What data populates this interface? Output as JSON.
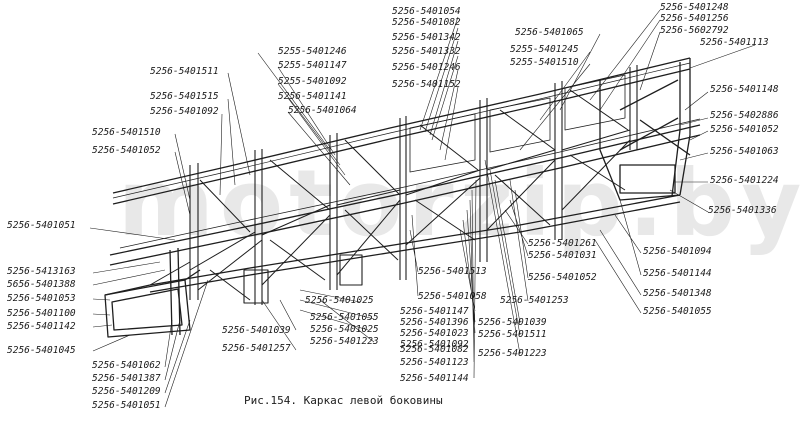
{
  "figure": {
    "caption": "Рис.154. Каркас левой боковины",
    "watermark": "motorzip.by"
  },
  "labels": {
    "top": [
      "5256-5401054",
      "5256-5401082",
      "5256-5401342",
      "5256-5401332",
      "5256-5401246",
      "5256-5401152",
      "5256-5401065",
      "5255-5401245",
      "5255-5401510",
      "5256-5401248",
      "5256-5401256",
      "5256-5602792",
      "5256-5401113",
      "5255-5401246",
      "5255-5401147",
      "5255-5401092",
      "5256-5401141",
      "5256-5401064",
      "5256-5401511",
      "5256-5401515",
      "5256-5401092"
    ],
    "left": [
      "5256-5401510",
      "5256-5401052",
      "5256-5401051",
      "5256-5413163",
      "5656-5401388",
      "5256-5401053",
      "5256-5401100",
      "5256-5401142",
      "5256-5401045"
    ],
    "right": [
      "5256-5401148",
      "5256-5402886",
      "5256-5401052",
      "5256-5401063",
      "5256-5401224",
      "5256-5401336",
      "5256-5401094",
      "5256-5401144",
      "5256-5401348",
      "5256-5401055"
    ],
    "bottom_left": [
      "5256-5401062",
      "5256-5401387",
      "5256-5401209",
      "5256-5401051"
    ],
    "bottom_mid": [
      "5256-5401025",
      "5256-5401055",
      "5256-5401039",
      "5256-5401025",
      "5256-5401257",
      "5256-5401223"
    ],
    "bottom_center": [
      "5256-5401513",
      "5256-5401058",
      "5256-5401147",
      "5256-5401396",
      "5256-5401023",
      "5256-5401092",
      "5256-5401082",
      "5256-5401123",
      "5256-5401144"
    ],
    "bottom_right": [
      "5256-5401261",
      "5256-5401031",
      "5256-5401052",
      "5256-5401253",
      "5256-5401039",
      "5256-5401511",
      "5256-5401223"
    ]
  }
}
